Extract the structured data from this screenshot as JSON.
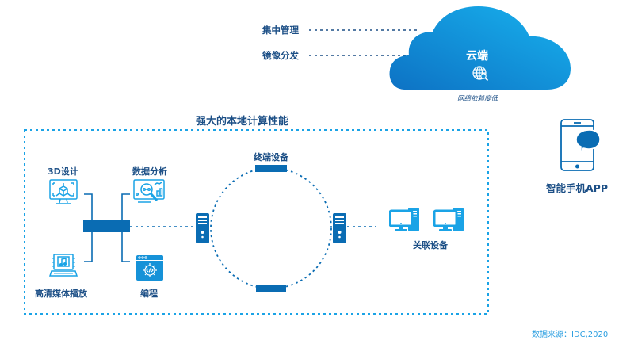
{
  "cloud": {
    "title": "云端",
    "caption": "网络依赖度低",
    "icon": "globe-search-icon",
    "links": [
      {
        "label": "集中管理"
      },
      {
        "label": "镜像分发"
      }
    ]
  },
  "local": {
    "title": "强大的本地计算性能",
    "apps": [
      {
        "label": "3D设计",
        "icon": "3d-design-monitor-icon"
      },
      {
        "label": "数据分析",
        "icon": "data-analysis-icon"
      },
      {
        "label": "高清媒体播放",
        "icon": "media-laptop-icon"
      },
      {
        "label": "编程",
        "icon": "programming-gear-icon"
      }
    ],
    "terminal_label": "终端设备",
    "related_label": "关联设备"
  },
  "mobile": {
    "label": "智能手机APP",
    "icon": "smartphone-chat-icon"
  },
  "footer": {
    "source": "数据来源：IDC,2020"
  },
  "colors": {
    "dark_blue": "#0a6cb3",
    "light_blue": "#1aa3e6",
    "label_blue": "#1c4f86",
    "cloud_start": "#0d76c7",
    "cloud_end": "#16aeea"
  }
}
